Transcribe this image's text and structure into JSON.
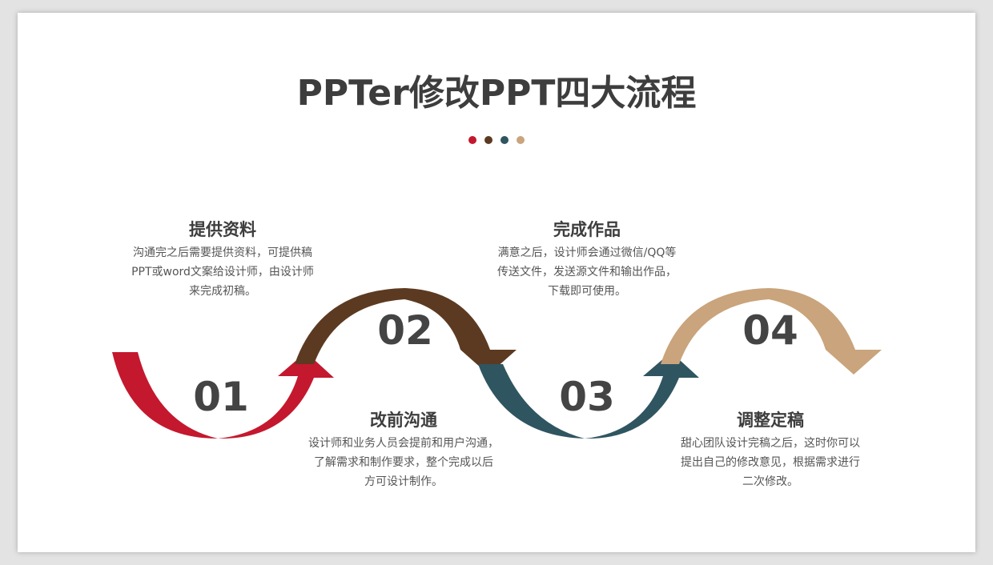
{
  "title": "PPTer修改PPT四大流程",
  "colors": {
    "red": "#c4182e",
    "brown": "#5c3a21",
    "teal": "#2f5560",
    "tan": "#c9a47c",
    "text": "#444444"
  },
  "steps": [
    {
      "number": "01",
      "heading": "提供资料",
      "lines": [
        "沟通完之后需要提供资料，可提供稿",
        "PPT或word文案给设计师，由设计师",
        "来完成初稿。"
      ]
    },
    {
      "number": "02",
      "heading": "改前沟通",
      "lines": [
        "设计师和业务人员会提前和用户沟通，",
        "了解需求和制作要求，整个完成以后",
        "方可设计制作。"
      ]
    },
    {
      "number": "03",
      "heading": "完成作品",
      "lines": [
        "满意之后，设计师会通过微信/QQ等",
        "传送文件，发送源文件和输出作品，",
        "下载即可使用。"
      ]
    },
    {
      "number": "04",
      "heading": "调整定稿",
      "lines": [
        "甜心团队设计完稿之后，这时你可以",
        "提出自己的修改意见，根据需求进行",
        "二次修改。"
      ]
    }
  ]
}
